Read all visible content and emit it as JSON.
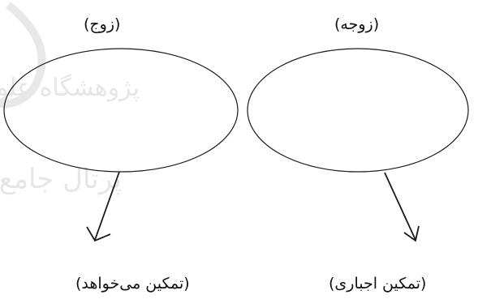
{
  "diagram": {
    "left": {
      "top_label": "(زوج)",
      "bottom_label": "(تمکین می‌خواهد)"
    },
    "right": {
      "top_label": "(زوجه)",
      "bottom_label": "(تمکین اجباری)"
    },
    "watermark": {
      "text": "پژوهشگاه علوم انسانی و مطالعات فرهنگی / پرتال جامع علوم انسانی",
      "color": "#cfcfcf"
    },
    "colors": {
      "stroke": "#1a1a1a",
      "text": "#111111"
    }
  }
}
